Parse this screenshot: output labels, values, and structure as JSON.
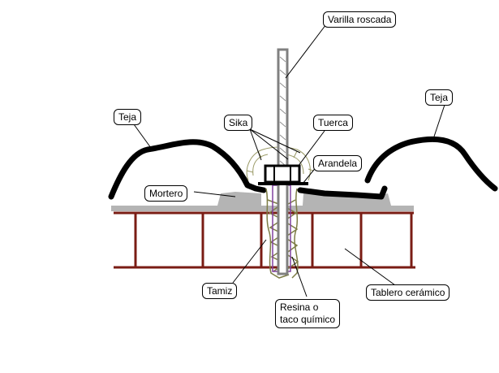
{
  "labels": {
    "varilla": "Varilla roscada",
    "teja_left": "Teja",
    "teja_right": "Teja",
    "sika": "Sika",
    "tuerca": "Tuerca",
    "arandela": "Arandela",
    "mortero": "Mortero",
    "tamiz": "Tamiz",
    "resina_line1": "Resina o",
    "resina_line2": "taco químico",
    "tablero": "Tablero cerámico"
  },
  "colors": {
    "tile": "#000000",
    "mortar": "#b4b4b4",
    "board": "#7a1c14",
    "rod": "#808080",
    "resin": "#7d7d46",
    "mesh": "#8040a0",
    "leader": "#000000"
  }
}
